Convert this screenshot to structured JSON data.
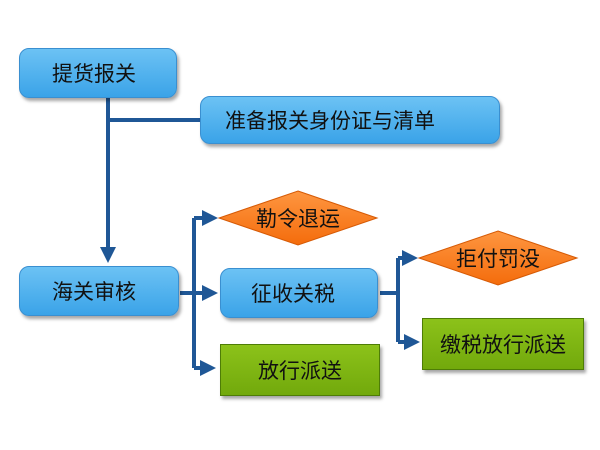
{
  "nodes": {
    "pickup_declaration": "提货报关",
    "prepare_documents": "准备报关身份证与清单",
    "customs_review": "海关审核",
    "order_return": "勒令退运",
    "levy_tax": "征收关税",
    "release_delivery": "放行派送",
    "refuse_pay_confiscate": "拒付罚没",
    "pay_tax_release_delivery": "缴税放行派送"
  },
  "colors": {
    "process_box": "#4db3ee",
    "decision_diamond": "#fb7e1c",
    "terminal_box": "#7fb813",
    "connector": "#1f5796"
  }
}
